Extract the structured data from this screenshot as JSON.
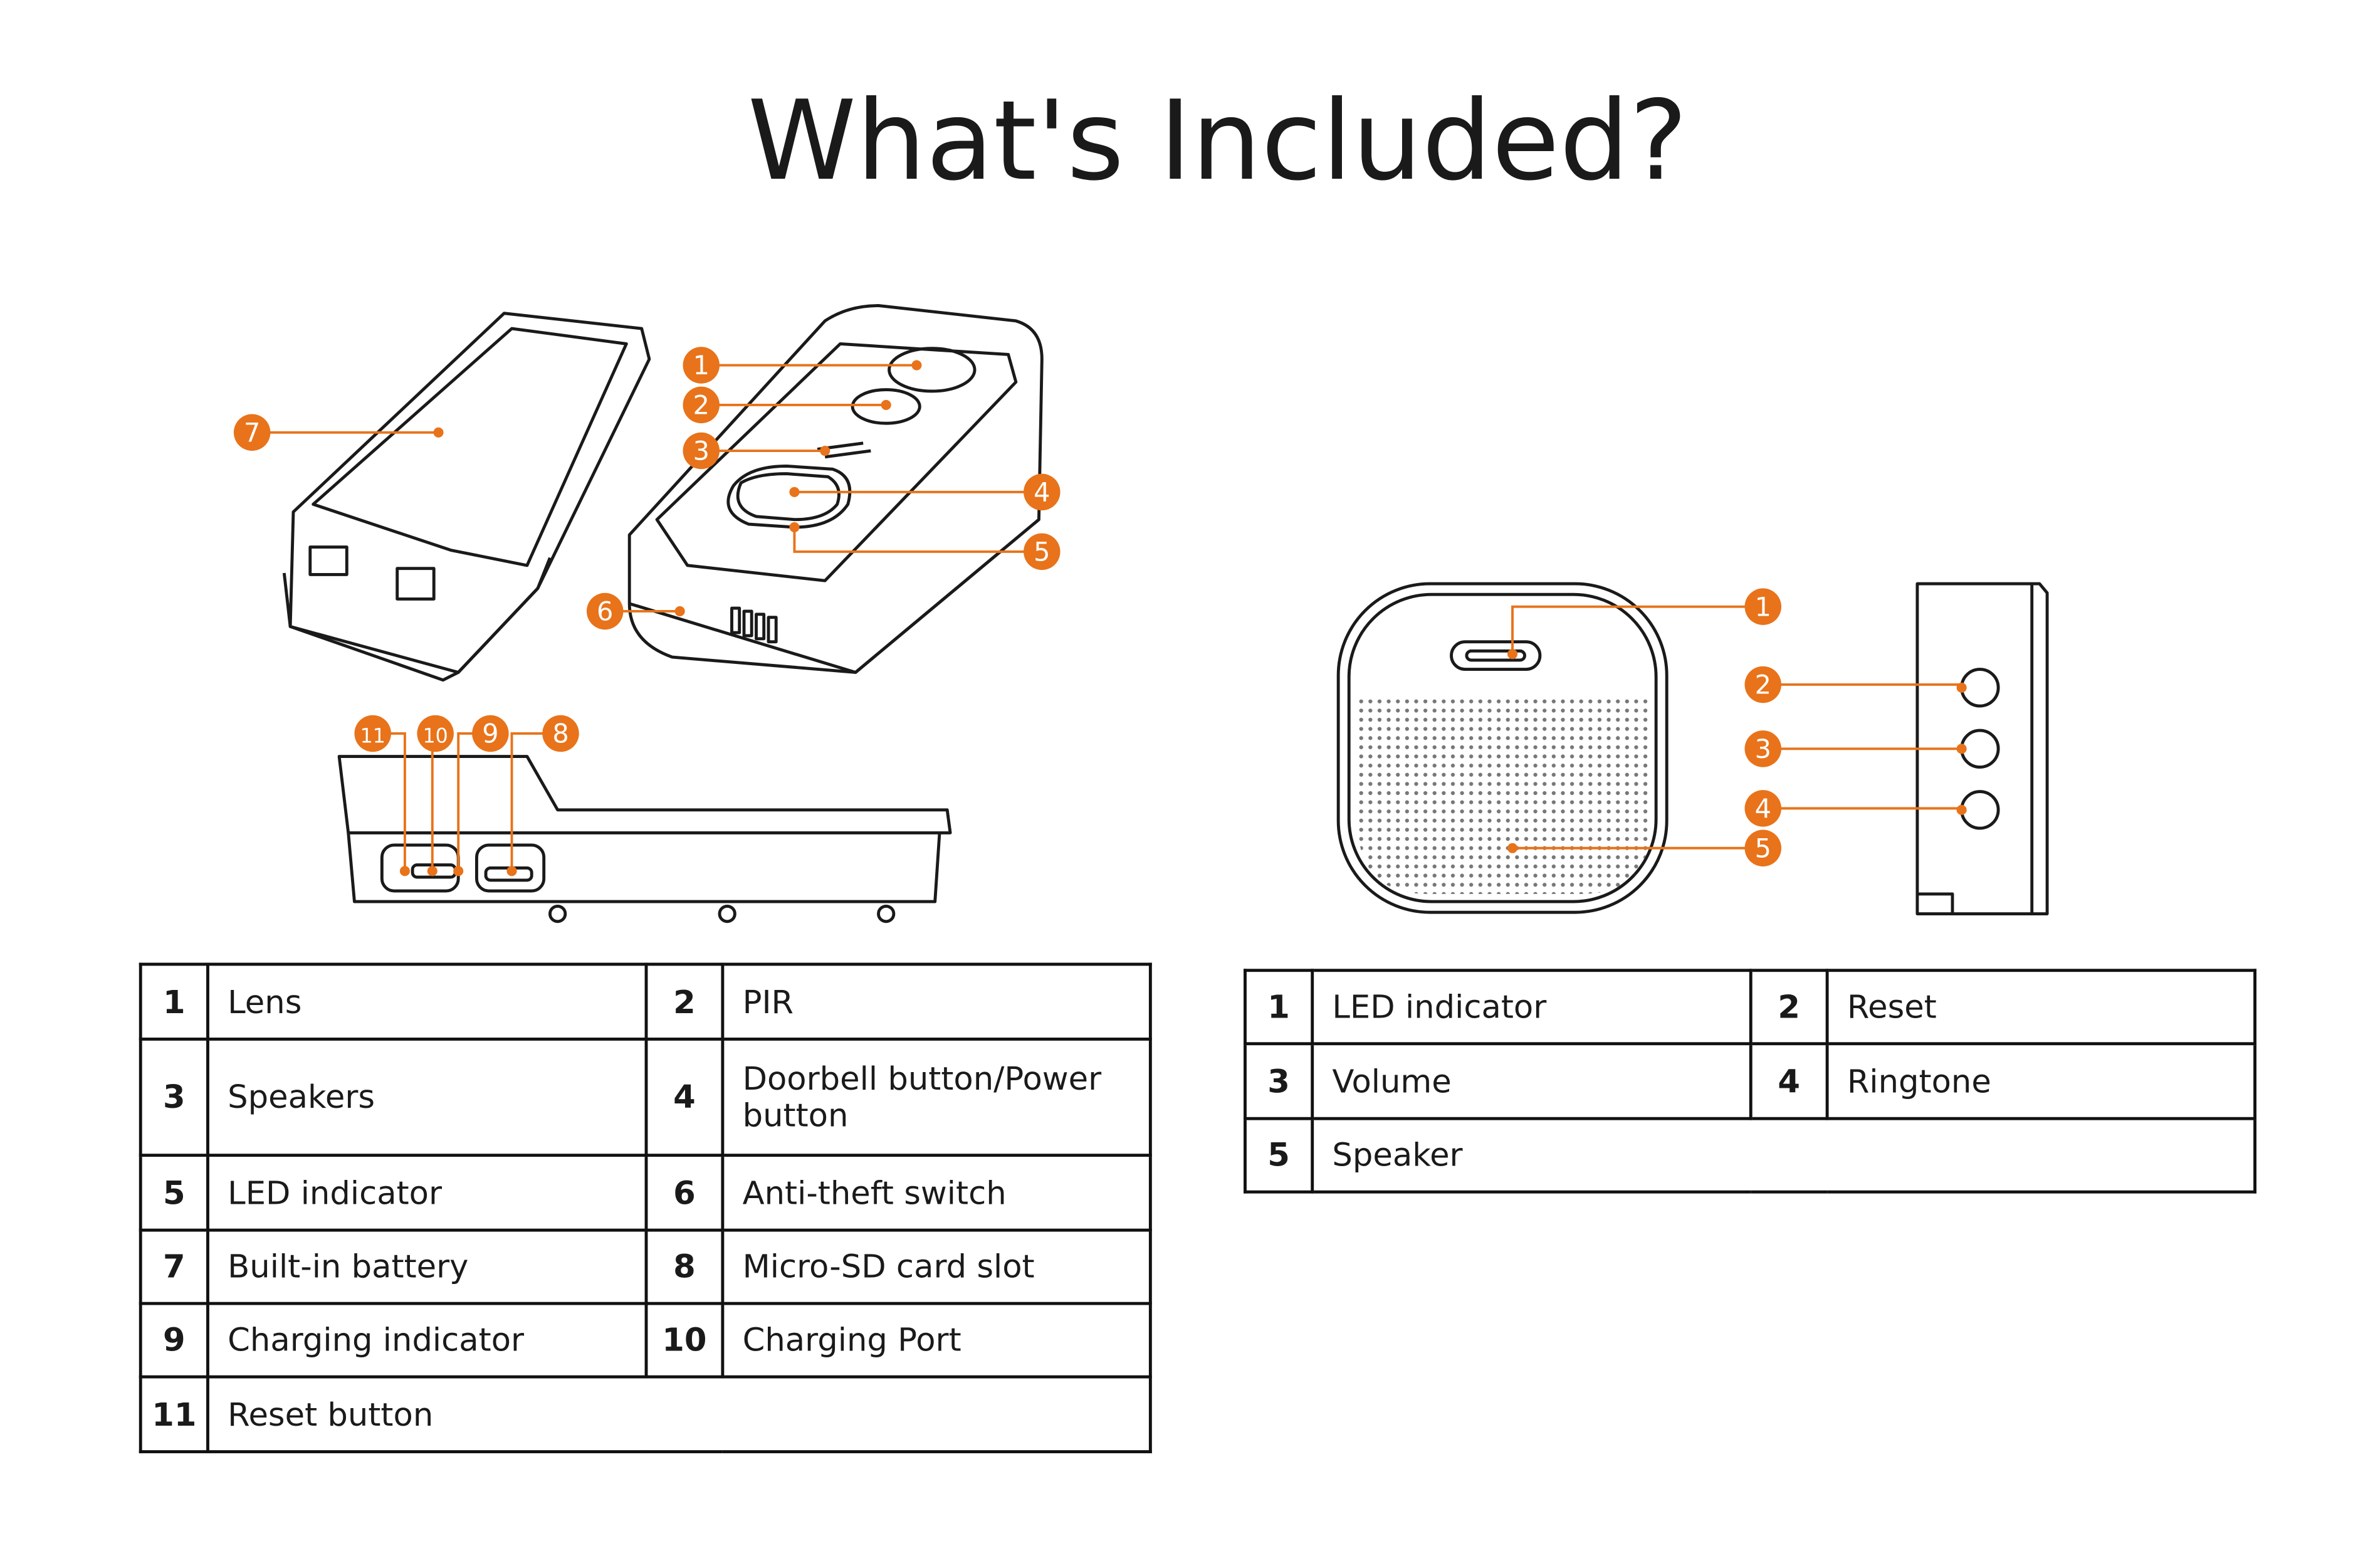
{
  "title": "What's Included?",
  "colors": {
    "accent": "#E8731A",
    "line": "#1a1a1a"
  },
  "doorbell_callouts": [
    "1",
    "2",
    "3",
    "4",
    "5",
    "6",
    "7",
    "8",
    "9",
    "10",
    "11"
  ],
  "chime_callouts": [
    "1",
    "2",
    "3",
    "4",
    "5"
  ],
  "doorbell_table": [
    [
      {
        "n": "1",
        "label": "Lens"
      },
      {
        "n": "2",
        "label": "PIR"
      }
    ],
    [
      {
        "n": "3",
        "label": "Speakers"
      },
      {
        "n": "4",
        "label": "Doorbell button/Power button"
      }
    ],
    [
      {
        "n": "5",
        "label": "LED indicator"
      },
      {
        "n": "6",
        "label": "Anti-theft switch"
      }
    ],
    [
      {
        "n": "7",
        "label": "Built-in battery"
      },
      {
        "n": "8",
        "label": "Micro-SD card slot"
      }
    ],
    [
      {
        "n": "9",
        "label": "Charging indicator"
      },
      {
        "n": "10",
        "label": "Charging Port"
      }
    ],
    [
      {
        "n": "11",
        "label": "Reset button"
      }
    ]
  ],
  "chime_table": [
    [
      {
        "n": "1",
        "label": "LED indicator"
      },
      {
        "n": "2",
        "label": "Reset"
      }
    ],
    [
      {
        "n": "3",
        "label": "Volume"
      },
      {
        "n": "4",
        "label": "Ringtone"
      }
    ],
    [
      {
        "n": "5",
        "label": "Speaker"
      }
    ]
  ]
}
